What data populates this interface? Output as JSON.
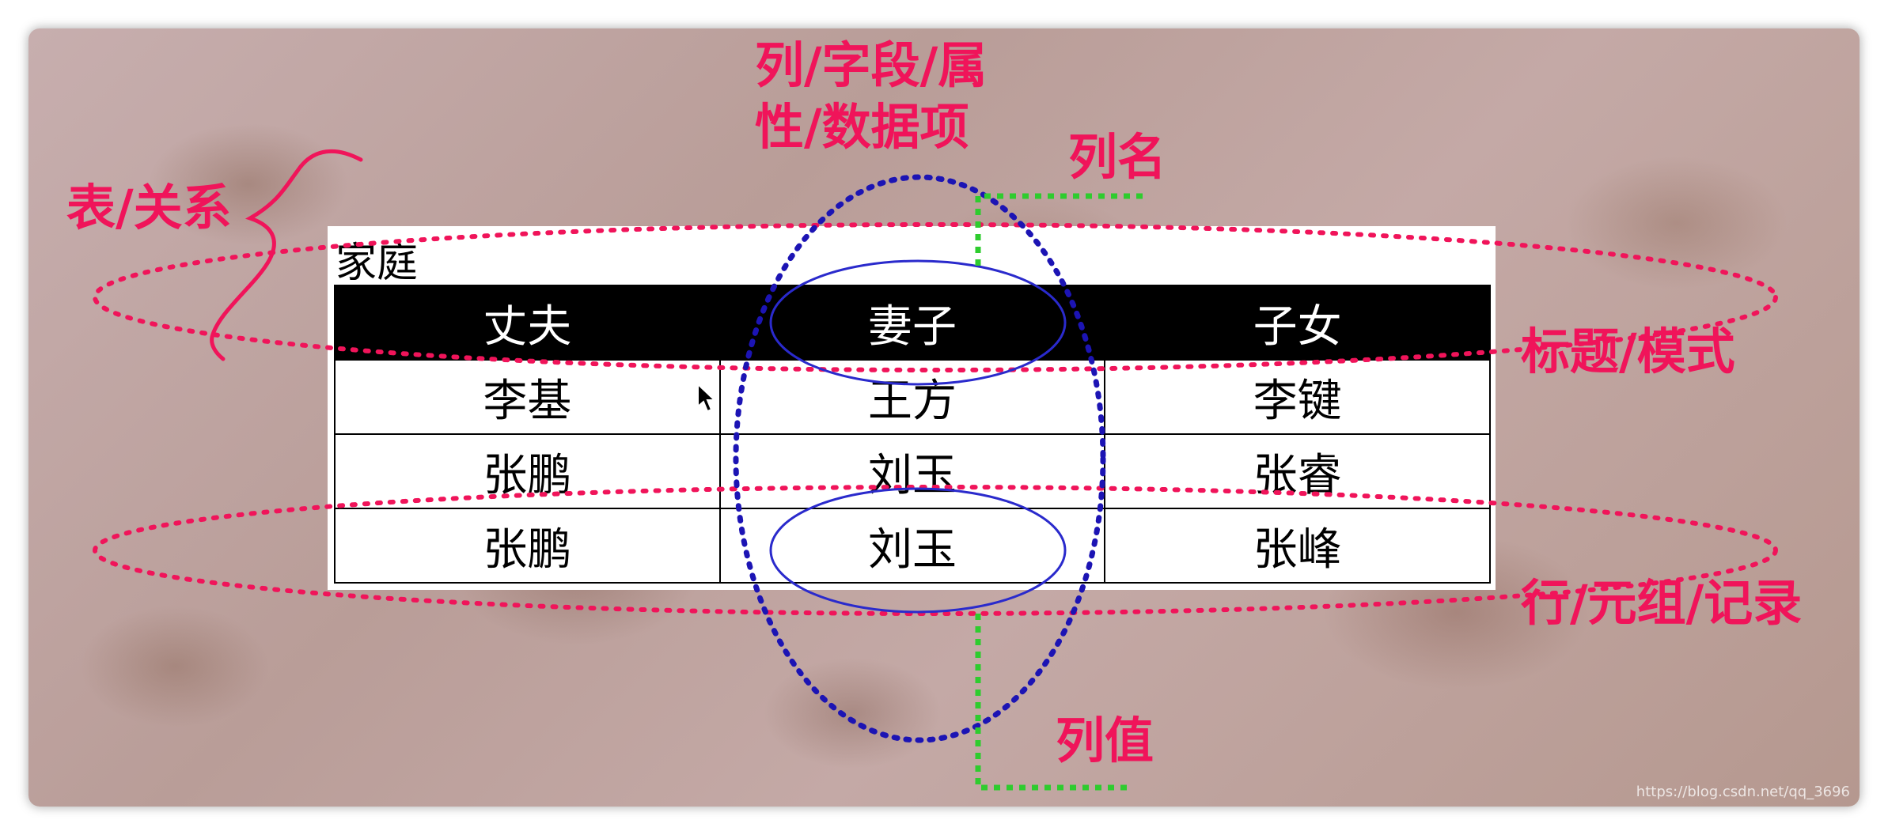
{
  "diagram": {
    "table": {
      "caption": "家庭",
      "headers": [
        "丈夫",
        "妻子",
        "子女"
      ],
      "rows": [
        [
          "李基",
          "王方",
          "李键"
        ],
        [
          "张鹏",
          "刘玉",
          "张睿"
        ],
        [
          "张鹏",
          "刘玉",
          "张峰"
        ]
      ]
    },
    "labels": {
      "table_relation": "表/关系",
      "column_line1": "列/字段/属",
      "column_line2": "性/数据项",
      "column_name": "列名",
      "header_schema": "标题/模式",
      "row_tuple": "行/元组/记录",
      "column_value": "列值"
    },
    "colors": {
      "label": "#f0145a",
      "dotted_red": "#f0145a",
      "dotted_blue": "#1c14b4",
      "solid_blue": "#2a2acc",
      "dotted_green": "#2ecc2e",
      "header_bg": "#000000"
    },
    "watermark": "https://blog.csdn.net/qq_3696"
  }
}
